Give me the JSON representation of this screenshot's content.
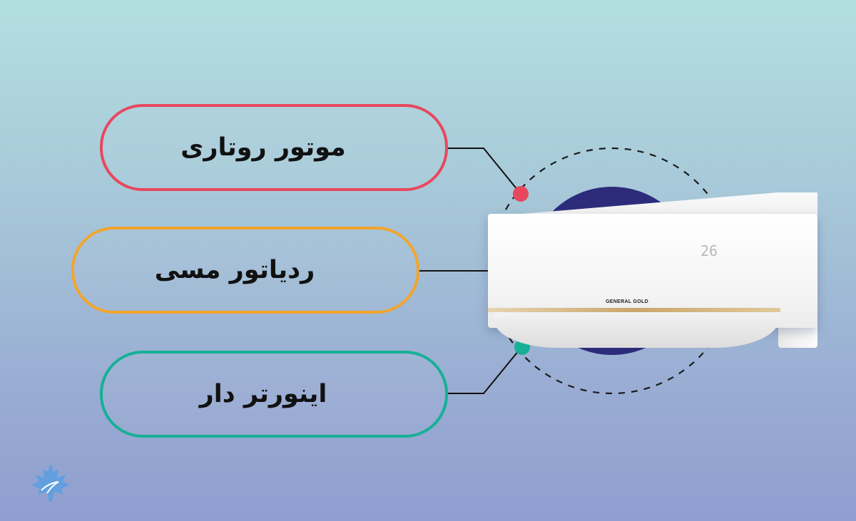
{
  "features": [
    {
      "label": "موتور روتاری",
      "color": "#e8485e"
    },
    {
      "label": "ردیاتور مسی",
      "color": "#f2a52c"
    },
    {
      "label": "اینورتر دار",
      "color": "#17b096"
    }
  ],
  "product": {
    "brand": "GENERAL GOLD",
    "display": "26"
  },
  "colors": {
    "fan_circle": "#2c2c7a",
    "dashed_ring": "#1a1a1a",
    "logo": "#5a9fe0"
  }
}
